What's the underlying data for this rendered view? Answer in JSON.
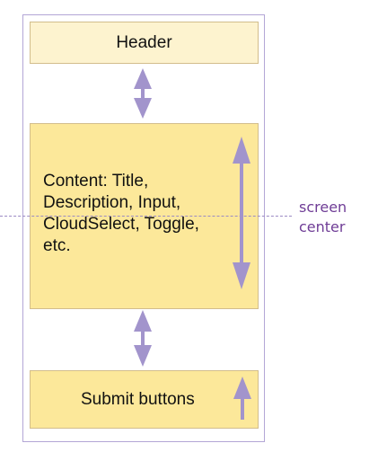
{
  "header": {
    "label": "Header"
  },
  "content": {
    "label": "Content: Title,\nDescription, Input,\nCloudSelect, Toggle,\netc."
  },
  "submit": {
    "label": "Submit buttons"
  },
  "screen_center": {
    "label": "screen\ncenter"
  },
  "colors": {
    "frame_border": "#b3a6d6",
    "header_fill": "#fdf3cf",
    "panel_fill": "#fce89a",
    "panel_border": "#d2bd8c",
    "arrow": "#a294cc",
    "center_line": "#9b8ac4",
    "center_label": "#6f3d96"
  }
}
